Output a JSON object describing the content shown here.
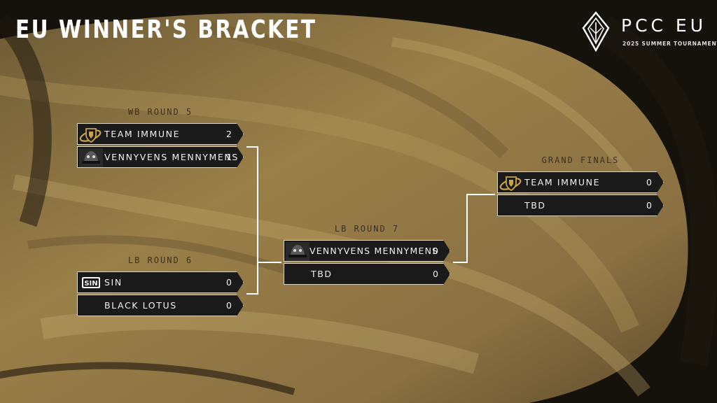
{
  "page": {
    "title": "EU WINNER'S BRACKET"
  },
  "logo": {
    "name": "PCC EU",
    "subtitle": "2025 SUMMER TOURNAMENT",
    "icon": "pcc-crest-icon"
  },
  "colors": {
    "background_dark": "#15110b",
    "background_gold": "#8f7643",
    "row_fill": "#1a1a1a",
    "row_border": "#d9d3c4",
    "accent_gold": "#c9a24a",
    "label_text": "#3a3020"
  },
  "matches": {
    "wb_round_5": {
      "label": "WB ROUND 5",
      "teams": [
        {
          "name": "TEAM IMMUNE",
          "score": "2",
          "logo": "team-immune-logo"
        },
        {
          "name": "VENNYVENS MENNYMENS",
          "score": "1",
          "logo": "vennyvens-mennymens-logo"
        }
      ]
    },
    "lb_round_6": {
      "label": "LB ROUND 6",
      "teams": [
        {
          "name": "SIN",
          "score": "0",
          "logo": "sin-logo"
        },
        {
          "name": "BLACK LOTUS",
          "score": "0",
          "logo": ""
        }
      ]
    },
    "lb_round_7": {
      "label": "LB ROUND 7",
      "teams": [
        {
          "name": "VENNYVENS MENNYMENS",
          "score": "0",
          "logo": "vennyvens-mennymens-logo"
        },
        {
          "name": "TBD",
          "score": "0",
          "logo": ""
        }
      ]
    },
    "grand_finals": {
      "label": "GRAND FINALS",
      "teams": [
        {
          "name": "TEAM IMMUNE",
          "score": "0",
          "logo": "team-immune-logo"
        },
        {
          "name": "TBD",
          "score": "0",
          "logo": ""
        }
      ]
    }
  }
}
